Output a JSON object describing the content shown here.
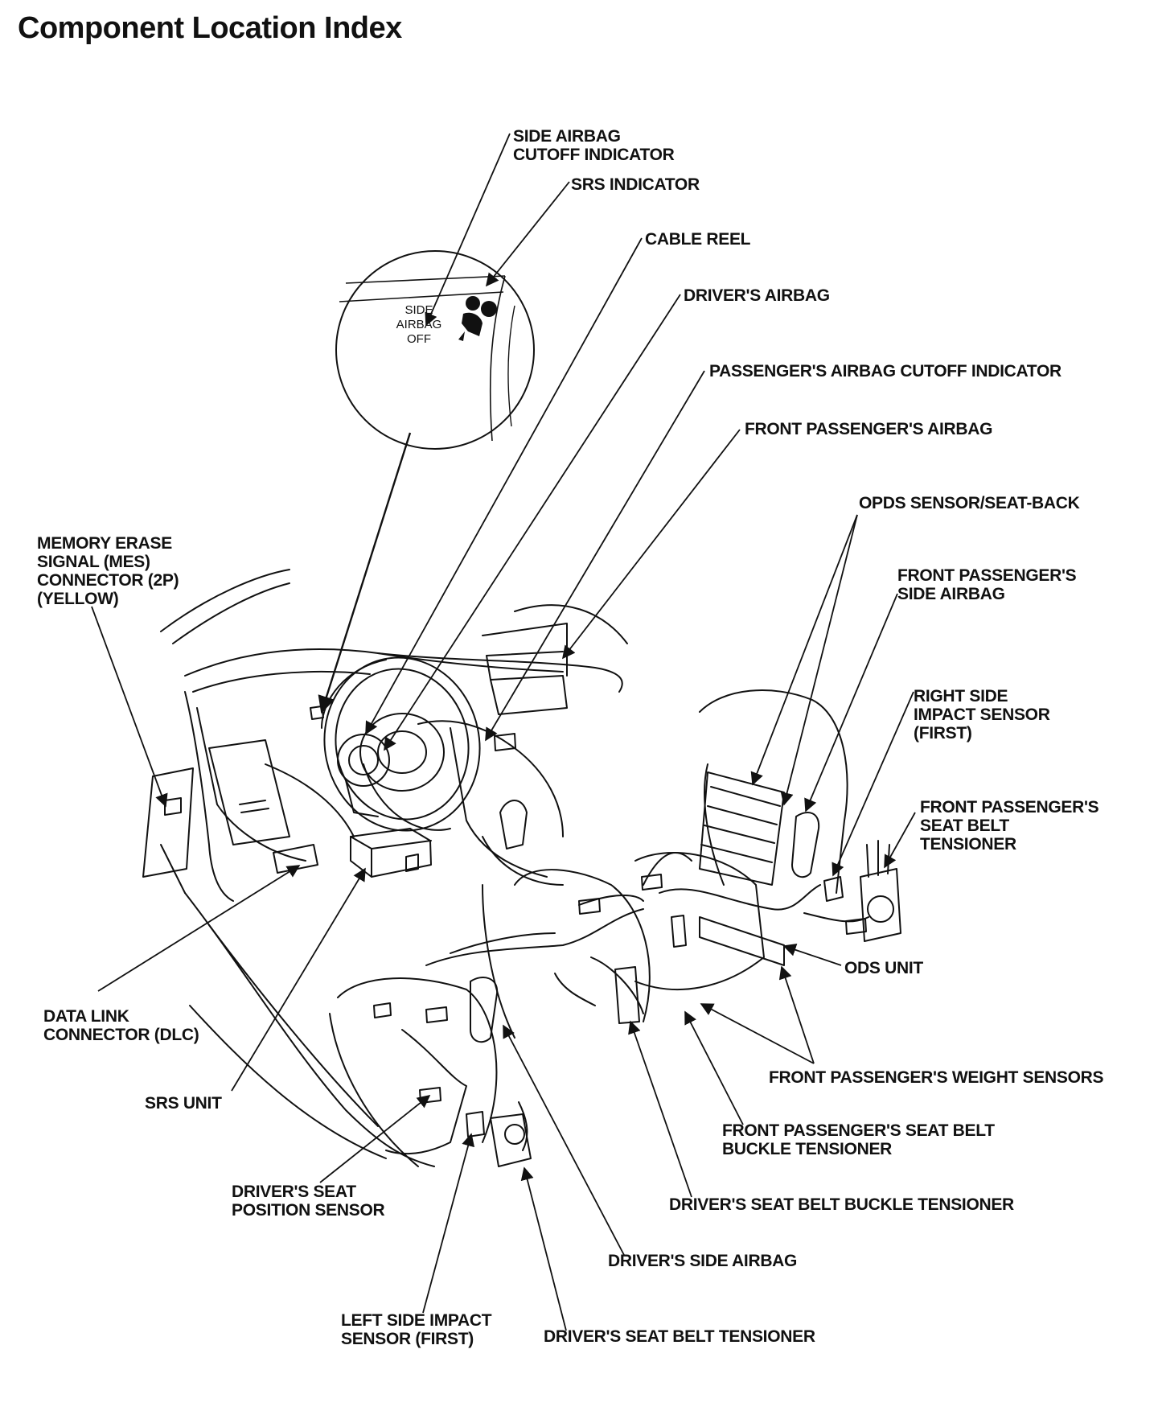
{
  "page": {
    "title": "Component Location Index"
  },
  "inset": {
    "indicator_line1": "SIDE",
    "indicator_line2": "AIRBAG",
    "indicator_line3": "OFF",
    "icon": "airbag-person-icon"
  },
  "callouts": {
    "side_airbag_cutoff_indicator": "SIDE AIRBAG\nCUTOFF INDICATOR",
    "srs_indicator": "SRS INDICATOR",
    "cable_reel": "CABLE REEL",
    "drivers_airbag": "DRIVER'S AIRBAG",
    "passengers_airbag_cutoff_indicator": "PASSENGER'S AIRBAG CUTOFF INDICATOR",
    "front_passengers_airbag": "FRONT PASSENGER'S AIRBAG",
    "opds_sensor": "OPDS SENSOR/SEAT-BACK",
    "front_passengers_side_airbag": "FRONT PASSENGER'S\nSIDE AIRBAG",
    "right_side_impact_sensor": "RIGHT SIDE\nIMPACT SENSOR\n(FIRST)",
    "front_passengers_seat_belt_tensioner": "FRONT PASSENGER'S\nSEAT BELT\nTENSIONER",
    "ods_unit": "ODS UNIT",
    "front_passengers_weight_sensors": "FRONT PASSENGER'S WEIGHT SENSORS",
    "front_passengers_buckle_tensioner": "FRONT PASSENGER'S SEAT BELT\nBUCKLE TENSIONER",
    "drivers_buckle_tensioner": "DRIVER'S SEAT BELT BUCKLE TENSIONER",
    "drivers_side_airbag": "DRIVER'S SIDE AIRBAG",
    "drivers_seat_belt_tensioner": "DRIVER'S SEAT BELT TENSIONER",
    "left_side_impact_sensor": "LEFT SIDE IMPACT\nSENSOR (FIRST)",
    "drivers_seat_position_sensor": "DRIVER'S SEAT\nPOSITION SENSOR",
    "srs_unit": "SRS UNIT",
    "data_link_connector": "DATA LINK\nCONNECTOR (DLC)",
    "memory_erase_signal_connector": "MEMORY ERASE\nSIGNAL (MES)\nCONNECTOR (2P)\n(YELLOW)"
  },
  "colors": {
    "ink": "#111111",
    "paper": "#ffffff"
  }
}
